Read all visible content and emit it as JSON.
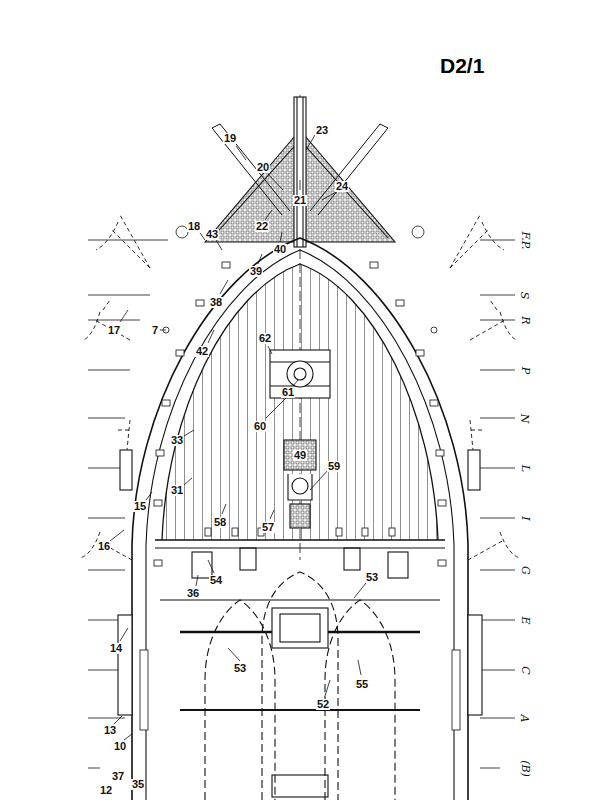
{
  "diagram": {
    "title": "D2/1",
    "labels": [
      "23",
      "19",
      "20",
      "24",
      "21",
      "22",
      "18",
      "43",
      "40",
      "39",
      "17",
      "7",
      "38",
      "62",
      "42",
      "61",
      "33",
      "60",
      "49",
      "31",
      "59",
      "15",
      "58",
      "57",
      "16",
      "54",
      "36",
      "53",
      "14",
      "53",
      "52",
      "55",
      "13",
      "10",
      "37",
      "12",
      "35",
      "F.P.",
      "S",
      "R",
      "P",
      "N",
      "L",
      "I",
      "G",
      "E",
      "C",
      "A",
      "(B)"
    ]
  }
}
